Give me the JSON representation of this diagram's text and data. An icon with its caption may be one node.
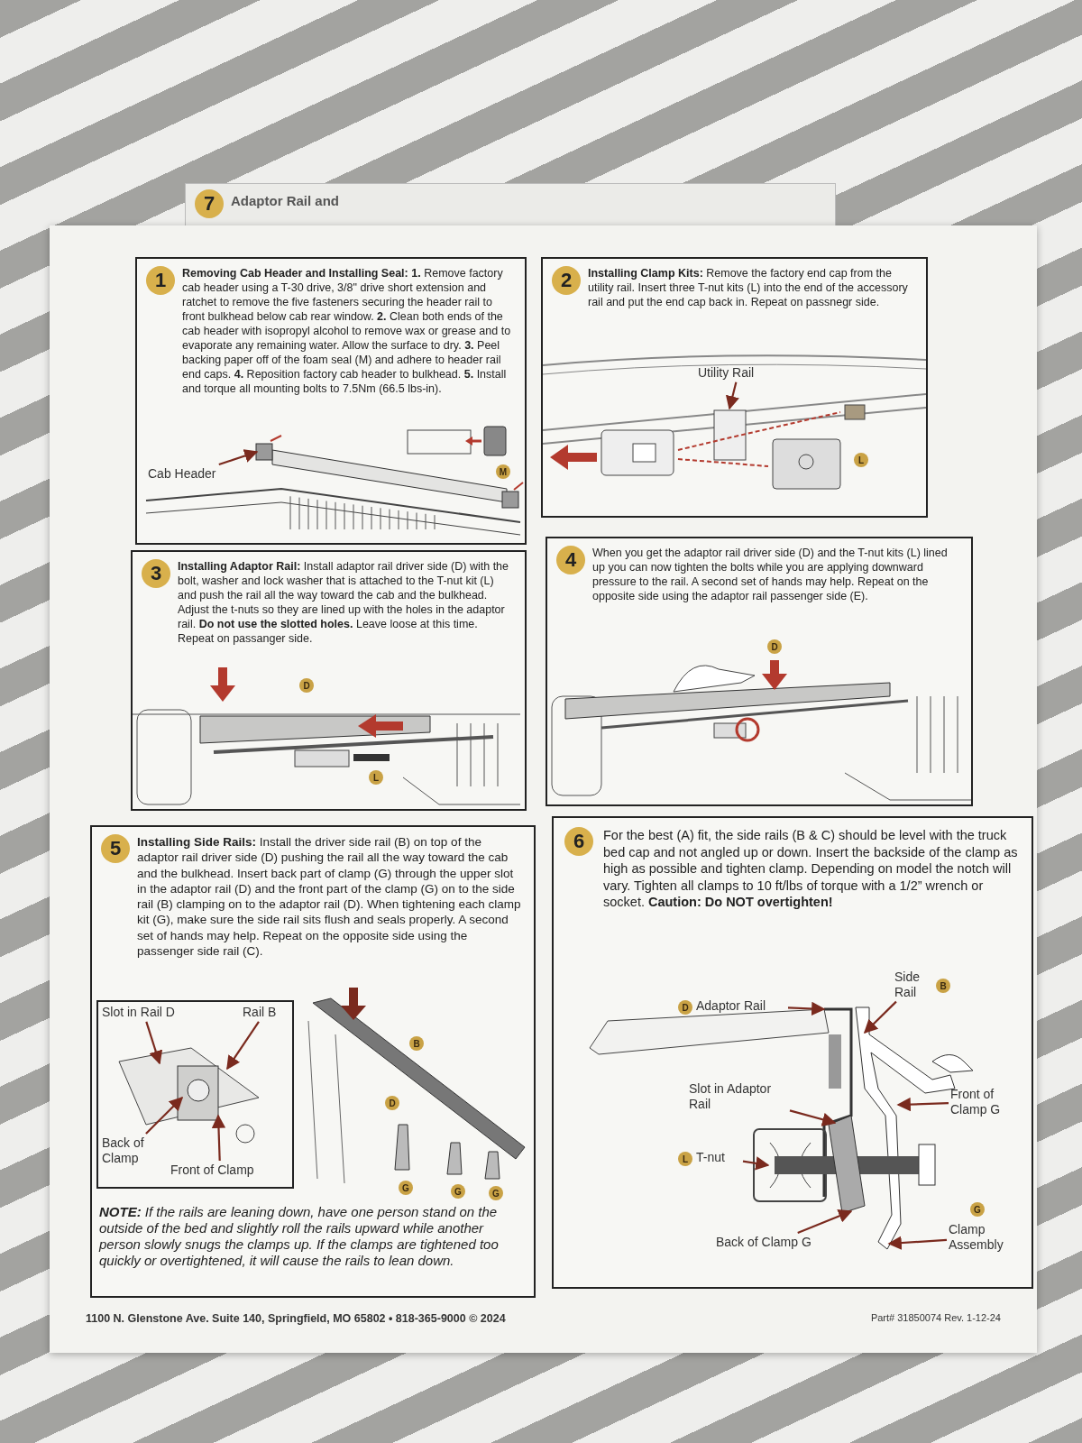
{
  "diagram": {
    "nodes": [
      {
        "text": [
          "**Removing Cab Header and Installing Seal:** **1.** Remove factory cab header using a T-30 drive, 3/8\" drive short extension and ratchet to remove the five fasteners securing the header rail to front bulkhead below cab rear window. **2.** Clean both ends of the cab header with isopropyl alcohol to remove wax or grease and to evaporate any remaining water. Allow the surface to dry. **3.** Peel backing paper off of the foam seal (M) and adhere to header rail end caps. **4.** Reposition factory cab header to bulkhead. **5.** Install and torque all mounting bolts to 7.5Nm (66.5 lbs-in)."
        ]
      },
      {
        "text": [
          "1"
        ],
        "in": 0
      },
      {
        "text": [
          "Cab Header"
        ],
        "in": 0
      },
      {
        "text": [
          "**Installing Clamp Kits:** Remove the factory end cap from the utility rail. Insert three T-nut kits (L) into the end of the accessory rail and put the end cap back in. Repeat on passnegr side."
        ]
      },
      {
        "text": [
          "2"
        ],
        "in": 3
      },
      {
        "text": [
          "Utility Rail"
        ],
        "in": 3
      },
      {
        "text": [
          "**Installing Adaptor Rail:** Install adaptor rail driver side (D) with the bolt, washer and lock washer that is attached to the T-nut kit (L) and push the rail all the way toward the cab and the bulkhead. Adjust the t-nuts so they are lined up with the holes in the adaptor rail. **Do not use the slotted holes.** Leave loose at this time. Repeat on passanger side."
        ]
      },
      {
        "text": [
          "3"
        ],
        "in": 6
      },
      {
        "text": [
          "When you get the adaptor rail driver side (D) and the T-nut kits (L) lined up you can now tighten the bolts while you are applying downward pressure to the rail. A second set of hands may help. Repeat on the opposite side using the adaptor rail passenger side (E)."
        ]
      },
      {
        "text": [
          "4"
        ],
        "in": 8
      },
      {
        "text": [
          "**Installing Side Rails:** Install the driver side rail (B) on top of the adaptor rail driver side (D) pushing the rail all the way toward the cab and the bulkhead. Insert back part of clamp (G) through the upper slot in the adaptor rail (D) and the front part of the clamp (G) on to the side rail (B) clamping on to the adaptor rail (D). When tightening each clamp kit (G), make sure the side rail sits flush and seals properly. A second set of hands may help. Repeat on the opposite side using the passenger side rail (C).",
          "**NOTE:** If the rails are leaning down, have one person stand on the outside of the bed and slightly roll the rails upward while another person slowly snugs the clamps up. If the clamps are tightened too quickly or overtightened, it will cause the rails to lean down."
        ]
      },
      {
        "text": [
          "5"
        ],
        "in": 10
      },
      {
        "text": [],
        "shape": "box",
        "in": 10
      },
      {
        "text": [
          "Slot in Rail D"
        ],
        "in": 12
      },
      {
        "text": [
          "Rail B"
        ],
        "in": 12
      },
      {
        "text": [
          "Back of Clamp"
        ],
        "in": 12
      },
      {
        "text": [
          "Front of Clamp"
        ],
        "in": 12
      },
      {
        "text": [
          "For the best (A) fit, the side rails (B & C) should be level with the truck bed cap and not angled up or down. Insert the backside of the clamp as high as possible and tighten clamp. Depending on model the notch will vary. Tighten all clamps to 10 ft/lbs of torque with a 1/2” wrench or socket. **Caution: Do NOT overtighten!**"
        ]
      },
      {
        "text": [
          "6"
        ],
        "in": 17
      },
      {
        "text": [
          "Adaptor Rail"
        ],
        "in": 17
      },
      {
        "text": [
          "Side Rail"
        ],
        "in": 17
      },
      {
        "text": [
          "Slot in Adaptor Rail"
        ],
        "in": 17
      },
      {
        "text": [
          "Front of Clamp G"
        ],
        "in": 17
      },
      {
        "text": [
          "T-nut"
        ],
        "in": 17
      },
      {
        "text": [
          "Back of Clamp G"
        ],
        "in": 17
      },
      {
        "text": [
          "Clamp Assembly"
        ],
        "in": 17
      },
      {
        "text": [
          "7"
        ]
      }
    ],
    "edges": [
      {
        "from": 2,
        "to": null,
        "arrow": "to"
      },
      {
        "from": 5,
        "to": null,
        "arrow": "to"
      },
      {
        "from": 13,
        "to": null,
        "arrow": "to"
      },
      {
        "from": 14,
        "to": null,
        "arrow": "to"
      },
      {
        "from": 15,
        "to": null,
        "arrow": "to"
      },
      {
        "from": 16,
        "to": null,
        "arrow": "to"
      },
      {
        "from": 19,
        "to": null,
        "arrow": "to"
      },
      {
        "from": 20,
        "to": null,
        "arrow": "to"
      },
      {
        "from": 21,
        "to": null,
        "arrow": "to"
      },
      {
        "from": 22,
        "to": null,
        "arrow": "to"
      },
      {
        "from": 23,
        "to": null,
        "arrow": "to"
      },
      {
        "from": 24,
        "to": null,
        "arrow": "to"
      },
      {
        "from": 25,
        "to": null,
        "arrow": "to"
      }
    ],
    "labels": [
      "Adaptor Rail and",
      "M",
      "L",
      "D",
      "L",
      "D",
      "B",
      "D",
      "G",
      "G",
      "G",
      "D",
      "B",
      "L",
      "G",
      "1100 N. Glenstone Ave. Suite 140, Springfield, MO 65802 • 818-365-9000 © 2024",
      "Part# 31850074 Rev. 1-12-24"
    ]
  }
}
